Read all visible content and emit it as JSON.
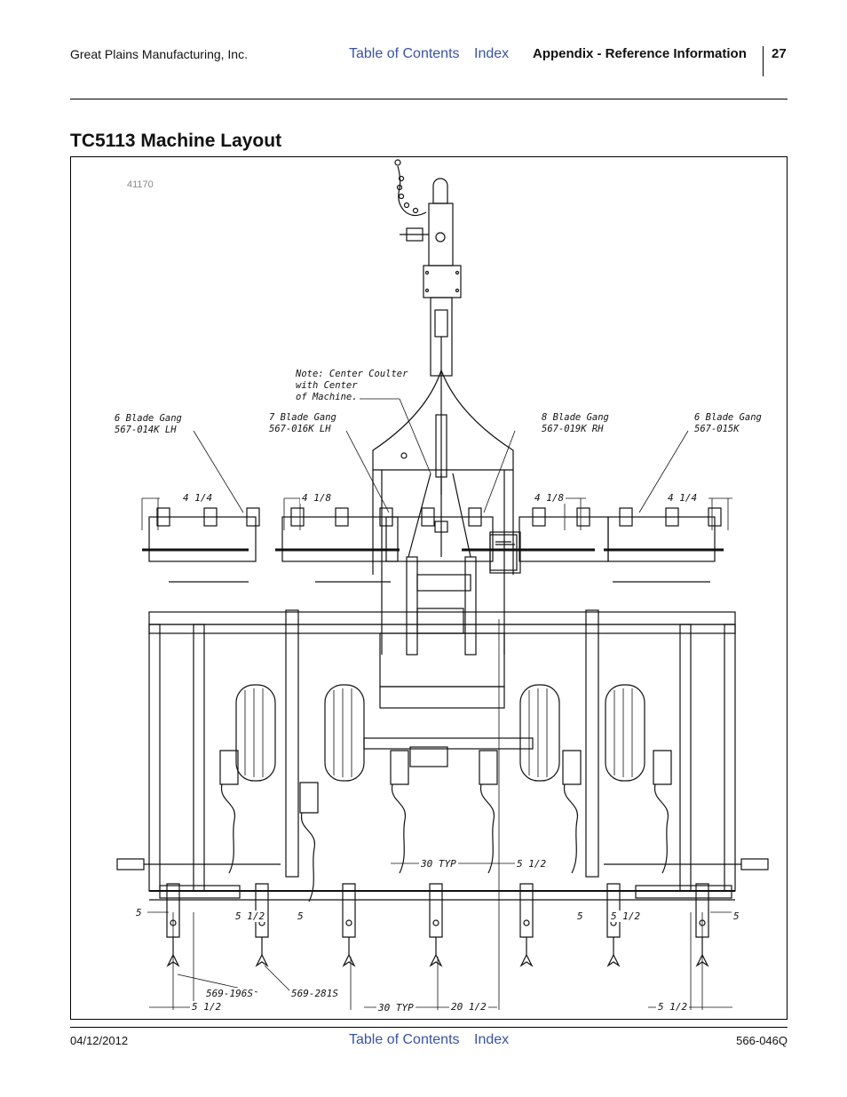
{
  "header": {
    "company": "Great Plains Manufacturing, Inc.",
    "toc_link": "Table of Contents",
    "index_link": "Index",
    "section": "Appendix - Reference Information",
    "page_number": "27"
  },
  "title": "TC5113 Machine Layout",
  "figure": {
    "figure_id": "41170",
    "center_note": "Note: Center Coulter\nwith Center\nof Machine.",
    "gang_callouts": [
      {
        "label": "6 Blade Gang\n567-014K LH"
      },
      {
        "label": "7 Blade Gang\n567-016K LH"
      },
      {
        "label": "8 Blade Gang\n567-019K RH"
      },
      {
        "label": "6 Blade Gang\n567-015K"
      }
    ],
    "top_dimensions": [
      "4 1/4",
      "4 1/8",
      "4 1/8",
      "4 1/4"
    ],
    "mid_dimensions": {
      "typ_spacing": "30 TYP",
      "center_offset": "5 1/2",
      "left_outer": "5",
      "left_inner": "5 1/2",
      "left_five": "5",
      "right_five": "5",
      "right_inner": "5 1/2",
      "right_outer": "5"
    },
    "part_labels": [
      "569-196S",
      "569-281S"
    ],
    "bottom_dimensions": {
      "left": "5 1/2",
      "typ": "30 TYP",
      "center": "20 1/2",
      "right": "5 1/2"
    }
  },
  "footer": {
    "date": "04/12/2012",
    "toc_link": "Table of Contents",
    "index_link": "Index",
    "doc_number": "566-046Q"
  },
  "colors": {
    "link": "#3953a4",
    "text": "#111111",
    "figure_id": "#888888"
  }
}
